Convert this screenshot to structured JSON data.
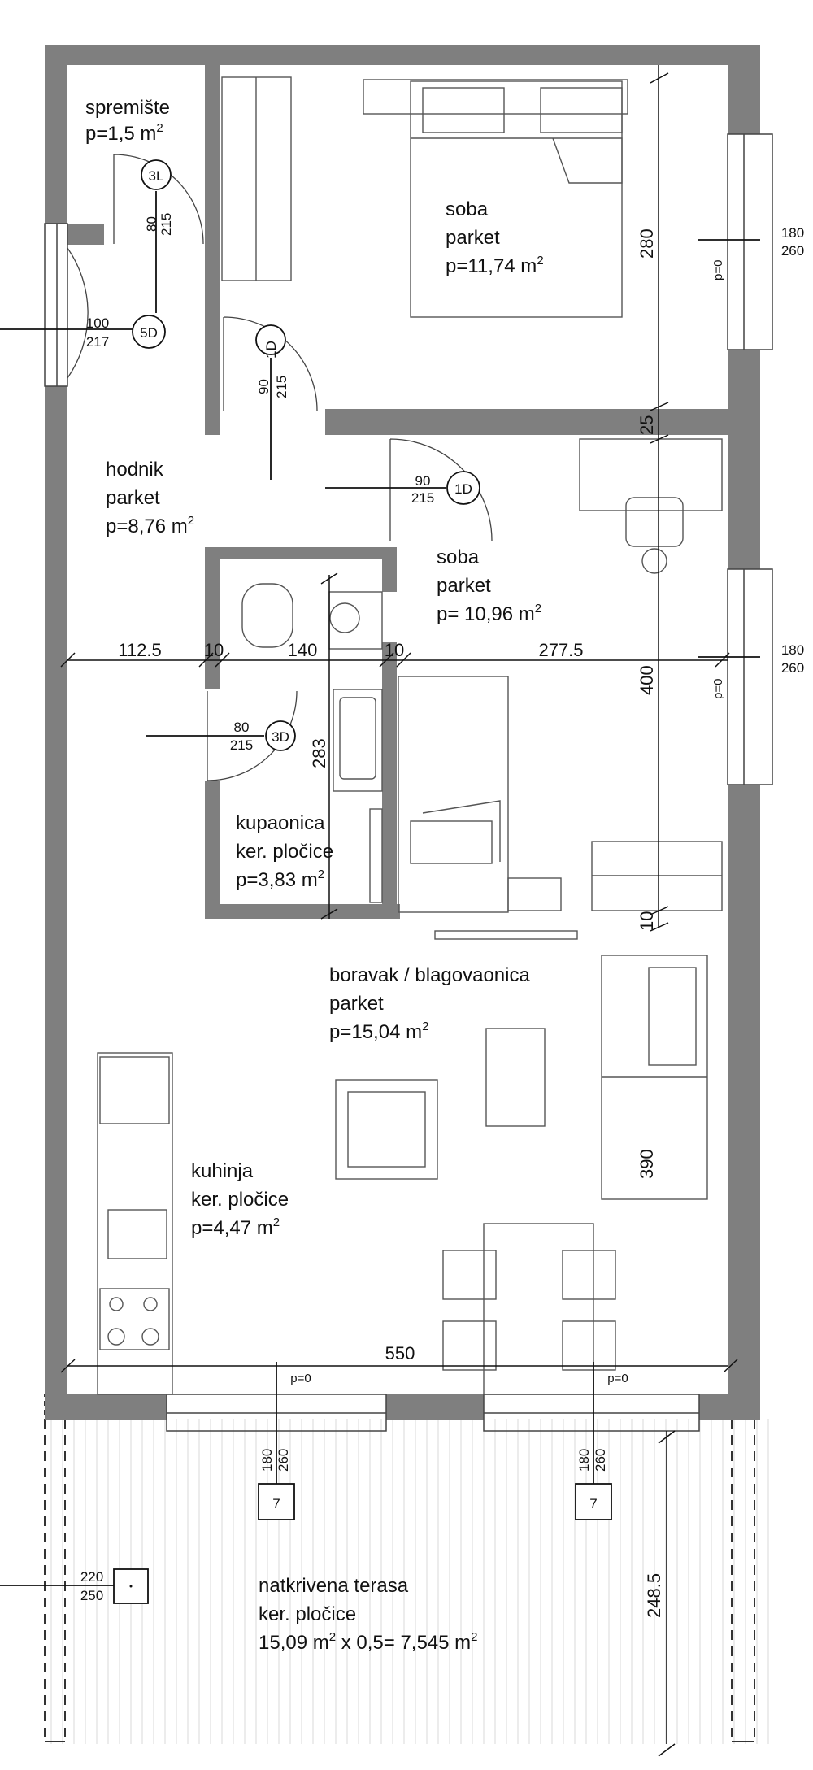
{
  "rooms": {
    "storage": {
      "name": "spremište",
      "area_prefix": "p=1,5 m",
      "area_sup": "2"
    },
    "bedroom1": {
      "name": "soba",
      "floor": "parket",
      "area_prefix": "p=11,74 m",
      "area_sup": "2"
    },
    "hallway": {
      "name": "hodnik",
      "floor": "parket",
      "area_prefix": "p=8,76 m",
      "area_sup": "2"
    },
    "bedroom2": {
      "name": "soba",
      "floor": "parket",
      "area_prefix": "p= 10,96 m",
      "area_sup": "2"
    },
    "bathroom": {
      "name": "kupaonica",
      "floor": "ker. pločice",
      "area_prefix": "p=3,83 m",
      "area_sup": "2"
    },
    "living": {
      "name": "boravak / blagovaonica",
      "floor": "parket",
      "area_prefix": "p=15,04 m",
      "area_sup": "2"
    },
    "kitchen": {
      "name": "kuhinja",
      "floor": "ker. pločice",
      "area_prefix": "p=4,47 m",
      "area_sup": "2"
    },
    "terrace": {
      "name": "natkrivena terasa",
      "floor": "ker. pločice",
      "area_line_a": "15,09 m",
      "area_sup_a": "2",
      "area_line_b": " x 0,5= 7,545 m",
      "area_sup_b": "2"
    }
  },
  "dimensions": {
    "w112": "112.5",
    "w10a": "10",
    "w140": "140",
    "w10b": "10",
    "w277": "277.5",
    "h280": "280",
    "h25": "25",
    "h400": "400",
    "h283": "283",
    "h10": "10",
    "h390": "390",
    "w550": "550",
    "h248": "248.5"
  },
  "doors": {
    "d3L": {
      "tag": "3L",
      "w": "80",
      "h": "215"
    },
    "d5D": {
      "tag": "5D",
      "w": "100",
      "h": "217"
    },
    "d1D_a": {
      "tag": "1D",
      "w": "90",
      "h": "215"
    },
    "d1D_b": {
      "tag": "1D",
      "w": "90",
      "h": "215"
    },
    "d3D": {
      "tag": "3D",
      "w": "80",
      "h": "215"
    },
    "w7a": {
      "tag": "7",
      "w": "180",
      "h": "260"
    },
    "w7b": {
      "tag": "7",
      "w": "180",
      "h": "260"
    }
  },
  "windows": {
    "win1": {
      "w": "180",
      "h": "260",
      "sill": "p=0"
    },
    "win2": {
      "w": "180",
      "h": "260",
      "sill": "p=0"
    },
    "terrace_left": {
      "w": "220",
      "h": "250"
    },
    "sill_a": "p=0",
    "sill_b": "p=0"
  },
  "colors": {
    "wall": "#7f7f7f",
    "line": "#222222",
    "furniture": "#555555",
    "background": "#ffffff"
  }
}
